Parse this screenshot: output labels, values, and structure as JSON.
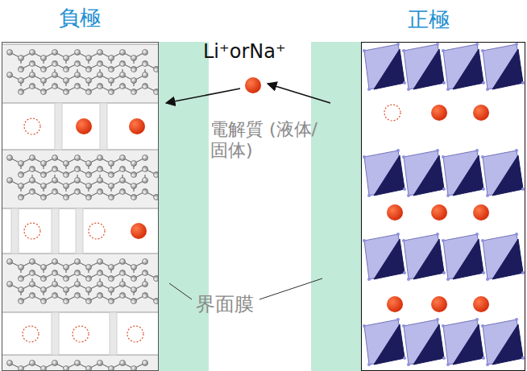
{
  "diagram": {
    "nodes": [
      {
        "text": [
          "負極"
        ]
      },
      {
        "text": [
          "電解質 (液体/固体)"
        ]
      },
      {
        "text": [
          "正極"
        ]
      }
    ],
    "labels": [
      "Li⁺orNa⁺",
      "界面膜"
    ]
  }
}
